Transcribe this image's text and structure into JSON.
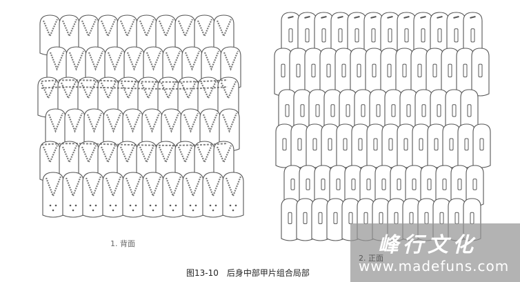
{
  "labels": {
    "back": "1. 背面",
    "front": "2. 正面",
    "caption": "图13-10　后身中部甲片组合局部"
  },
  "watermark": {
    "logo_text": "峰行文化",
    "url": "www.madefuns.com"
  },
  "colors": {
    "ink": "#555555",
    "watermark_bg": "#969696"
  }
}
